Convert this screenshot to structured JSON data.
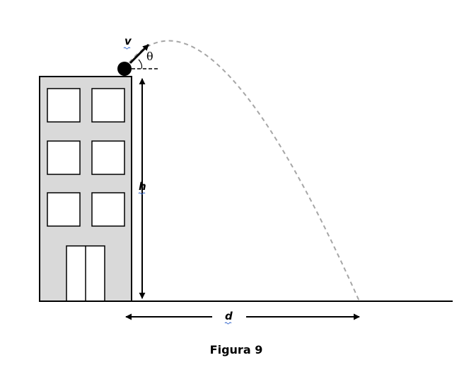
{
  "labels": {
    "velocity": "v",
    "angle": "θ",
    "height": "h",
    "distance": "d"
  },
  "caption": "Figura 9",
  "colors": {
    "building_fill": "#d9d9d9",
    "outline": "#000000",
    "trajectory": "#a6a6a6",
    "squiggle": "#3366cc"
  }
}
